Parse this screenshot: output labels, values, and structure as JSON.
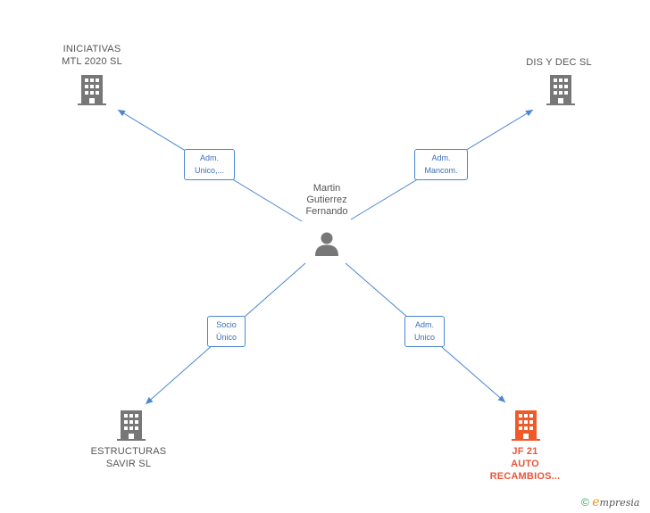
{
  "person": {
    "lines": [
      "Martin",
      "Gutierrez",
      "Fernando"
    ]
  },
  "companies": {
    "top_left": {
      "lines": [
        "INICIATIVAS",
        "MTL 2020  SL"
      ],
      "icon": "building-icon",
      "color": "#777777"
    },
    "top_right": {
      "lines": [
        "DIS Y DEC  SL"
      ],
      "icon": "building-icon",
      "color": "#777777"
    },
    "bottom_left": {
      "lines": [
        "ESTRUCTURAS",
        "SAVIR SL"
      ],
      "icon": "building-icon",
      "color": "#777777"
    },
    "bottom_right": {
      "lines": [
        "JF 21",
        "AUTO",
        "RECAMBIOS..."
      ],
      "icon": "building-icon",
      "color": "#f05a28"
    }
  },
  "relations": {
    "top_left": {
      "lines": [
        "Adm.",
        "Unico,..."
      ]
    },
    "top_right": {
      "lines": [
        "Adm.",
        "Mancom."
      ]
    },
    "bottom_left": {
      "lines": [
        "Socio",
        "Único"
      ]
    },
    "bottom_right": {
      "lines": [
        "Adm.",
        "Unico"
      ]
    }
  },
  "footer": {
    "copyright": "©",
    "brand_initial": "e",
    "brand_rest": "mpresia"
  },
  "colors": {
    "edge": "#4a86d4",
    "icon_gray": "#777777",
    "highlight": "#f05a28"
  }
}
